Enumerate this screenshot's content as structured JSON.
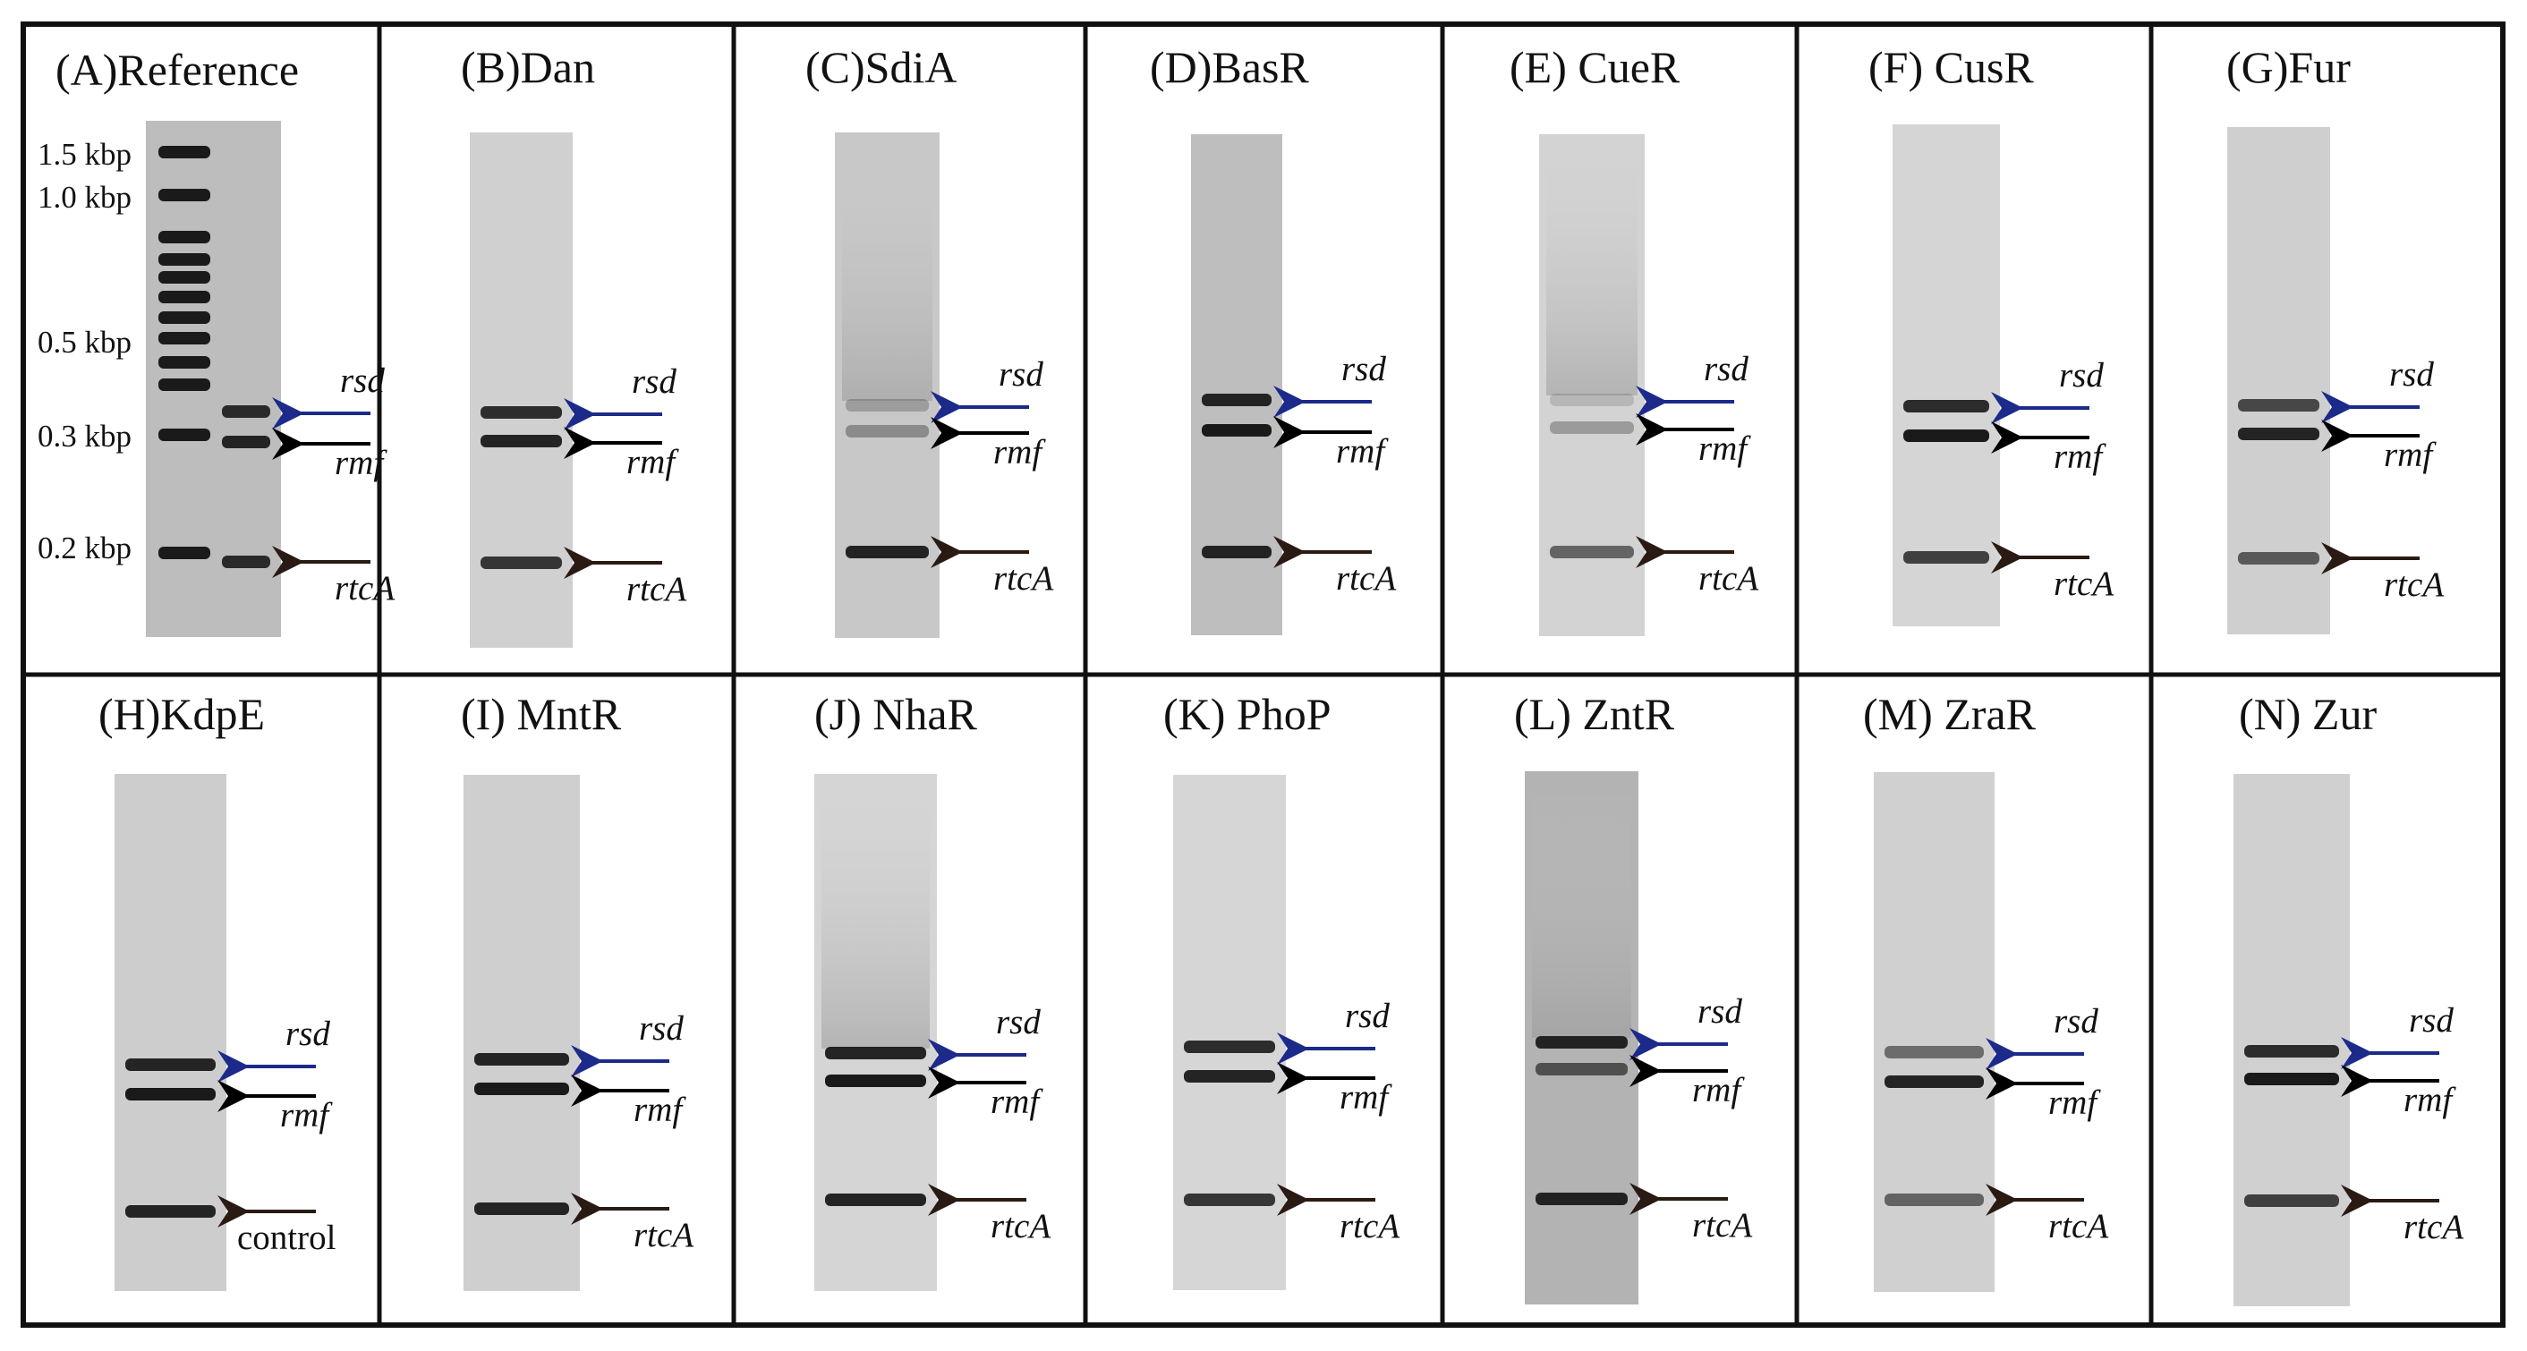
{
  "figure": {
    "panels": [
      {
        "title": "(A)Reference",
        "has_ladder": true,
        "ladder_labels": [
          "1.5 kbp",
          "1.0 kbp",
          "0.5 kbp",
          "0.3 kbp",
          "0.2 kbp"
        ],
        "labels": {
          "rsd": "rsd",
          "rmf": "rmf",
          "bottom": "rtcA"
        }
      },
      {
        "title": "(B)Dan",
        "labels": {
          "rsd": "rsd",
          "rmf": "rmf",
          "bottom": "rtcA"
        }
      },
      {
        "title": "(C)SdiA",
        "labels": {
          "rsd": "rsd",
          "rmf": "rmf",
          "bottom": "rtcA"
        }
      },
      {
        "title": "(D)BasR",
        "labels": {
          "rsd": "rsd",
          "rmf": "rmf",
          "bottom": "rtcA"
        }
      },
      {
        "title": "(E) CueR",
        "labels": {
          "rsd": "rsd",
          "rmf": "rmf",
          "bottom": "rtcA"
        }
      },
      {
        "title": "(F) CusR",
        "labels": {
          "rsd": "rsd",
          "rmf": "rmf",
          "bottom": "rtcA"
        }
      },
      {
        "title": "(G)Fur",
        "labels": {
          "rsd": "rsd",
          "rmf": "rmf",
          "bottom": "rtcA"
        }
      },
      {
        "title": "(H)KdpE",
        "labels": {
          "rsd": "rsd",
          "rmf": "rmf",
          "bottom": "control"
        }
      },
      {
        "title": "(I) MntR",
        "labels": {
          "rsd": "rsd",
          "rmf": "rmf",
          "bottom": "rtcA"
        }
      },
      {
        "title": "(J) NhaR",
        "labels": {
          "rsd": "rsd",
          "rmf": "rmf",
          "bottom": "rtcA"
        }
      },
      {
        "title": "(K) PhoP",
        "labels": {
          "rsd": "rsd",
          "rmf": "rmf",
          "bottom": "rtcA"
        }
      },
      {
        "title": "(L) ZntR",
        "labels": {
          "rsd": "rsd",
          "rmf": "rmf",
          "bottom": "rtcA"
        }
      },
      {
        "title": "(M) ZraR",
        "labels": {
          "rsd": "rsd",
          "rmf": "rmf",
          "bottom": "rtcA"
        }
      },
      {
        "title": "(N) Zur",
        "labels": {
          "rsd": "rsd",
          "rmf": "rmf",
          "bottom": "rtcA"
        }
      }
    ],
    "colors": {
      "frame": "#111111",
      "rsd_arrow": "#1c2a8a",
      "rmf_arrow": "#000000",
      "bottom_arrow": "#2a1a14",
      "band": "#1a1a1a"
    }
  }
}
